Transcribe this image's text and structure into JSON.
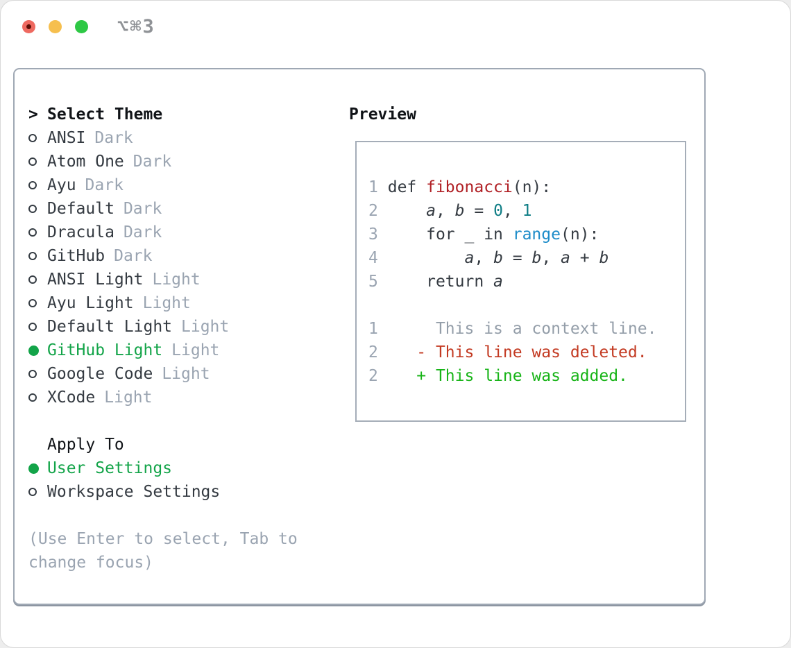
{
  "window": {
    "title": "⌥⌘3",
    "traffic_lights": [
      "close",
      "minimize",
      "zoom"
    ]
  },
  "colors": {
    "green": "#13a449",
    "muted": "#9aa4b1",
    "fg": "#343a41",
    "black": "#101317",
    "func": "#b01f24",
    "numc": "#0e7d85",
    "builtin": "#1d8cc9",
    "contextc": "#949ea9",
    "deleted": "#c33a22",
    "added": "#18b418",
    "panel-border": "#9fa8b4"
  },
  "theme_picker": {
    "prompt": ">",
    "title": "Select Theme",
    "themes": [
      {
        "name": "ANSI",
        "variant": "Dark",
        "selected": false
      },
      {
        "name": "Atom One",
        "variant": "Dark",
        "selected": false
      },
      {
        "name": "Ayu",
        "variant": "Dark",
        "selected": false
      },
      {
        "name": "Default",
        "variant": "Dark",
        "selected": false
      },
      {
        "name": "Dracula",
        "variant": "Dark",
        "selected": false
      },
      {
        "name": "GitHub",
        "variant": "Dark",
        "selected": false
      },
      {
        "name": "ANSI Light",
        "variant": "Light",
        "selected": false
      },
      {
        "name": "Ayu Light",
        "variant": "Light",
        "selected": false
      },
      {
        "name": "Default Light",
        "variant": "Light",
        "selected": false
      },
      {
        "name": "GitHub Light",
        "variant": "Light",
        "selected": true
      },
      {
        "name": "Google Code",
        "variant": "Light",
        "selected": false
      },
      {
        "name": "XCode",
        "variant": "Light",
        "selected": false
      }
    ],
    "apply_to": {
      "title": "Apply To",
      "options": [
        {
          "name": "User Settings",
          "selected": true
        },
        {
          "name": "Workspace Settings",
          "selected": false
        }
      ]
    },
    "hint": "(Use Enter to select, Tab to change focus)"
  },
  "preview": {
    "title": "Preview",
    "lines": [
      {
        "num": "1",
        "segments": [
          {
            "text": "def ",
            "style": "fg"
          },
          {
            "text": "fibonacci",
            "style": "func"
          },
          {
            "text": "(n):",
            "style": "fg"
          }
        ]
      },
      {
        "num": "2",
        "segments": [
          {
            "text": "    ",
            "style": "fg"
          },
          {
            "text": "a",
            "style": "var"
          },
          {
            "text": ", ",
            "style": "fg"
          },
          {
            "text": "b",
            "style": "var"
          },
          {
            "text": " = ",
            "style": "fg"
          },
          {
            "text": "0",
            "style": "num"
          },
          {
            "text": ", ",
            "style": "fg"
          },
          {
            "text": "1",
            "style": "num"
          }
        ]
      },
      {
        "num": "3",
        "segments": [
          {
            "text": "    for _ in ",
            "style": "fg"
          },
          {
            "text": "range",
            "style": "builtin"
          },
          {
            "text": "(n):",
            "style": "fg"
          }
        ]
      },
      {
        "num": "4",
        "segments": [
          {
            "text": "        ",
            "style": "fg"
          },
          {
            "text": "a",
            "style": "var"
          },
          {
            "text": ", ",
            "style": "fg"
          },
          {
            "text": "b",
            "style": "var"
          },
          {
            "text": " = ",
            "style": "fg"
          },
          {
            "text": "b",
            "style": "var"
          },
          {
            "text": ", ",
            "style": "fg"
          },
          {
            "text": "a",
            "style": "var"
          },
          {
            "text": " + ",
            "style": "fg"
          },
          {
            "text": "b",
            "style": "var"
          }
        ]
      },
      {
        "num": "5",
        "segments": [
          {
            "text": "    return ",
            "style": "fg"
          },
          {
            "text": "a",
            "style": "var"
          }
        ]
      },
      {
        "num": "",
        "segments": []
      },
      {
        "num": "1",
        "segments": [
          {
            "text": "     This is a context line.",
            "style": "context"
          }
        ]
      },
      {
        "num": "2",
        "segments": [
          {
            "text": "   - This line was deleted.",
            "style": "deleted"
          }
        ]
      },
      {
        "num": "2",
        "segments": [
          {
            "text": "   + This line was added.",
            "style": "added"
          }
        ]
      }
    ]
  }
}
